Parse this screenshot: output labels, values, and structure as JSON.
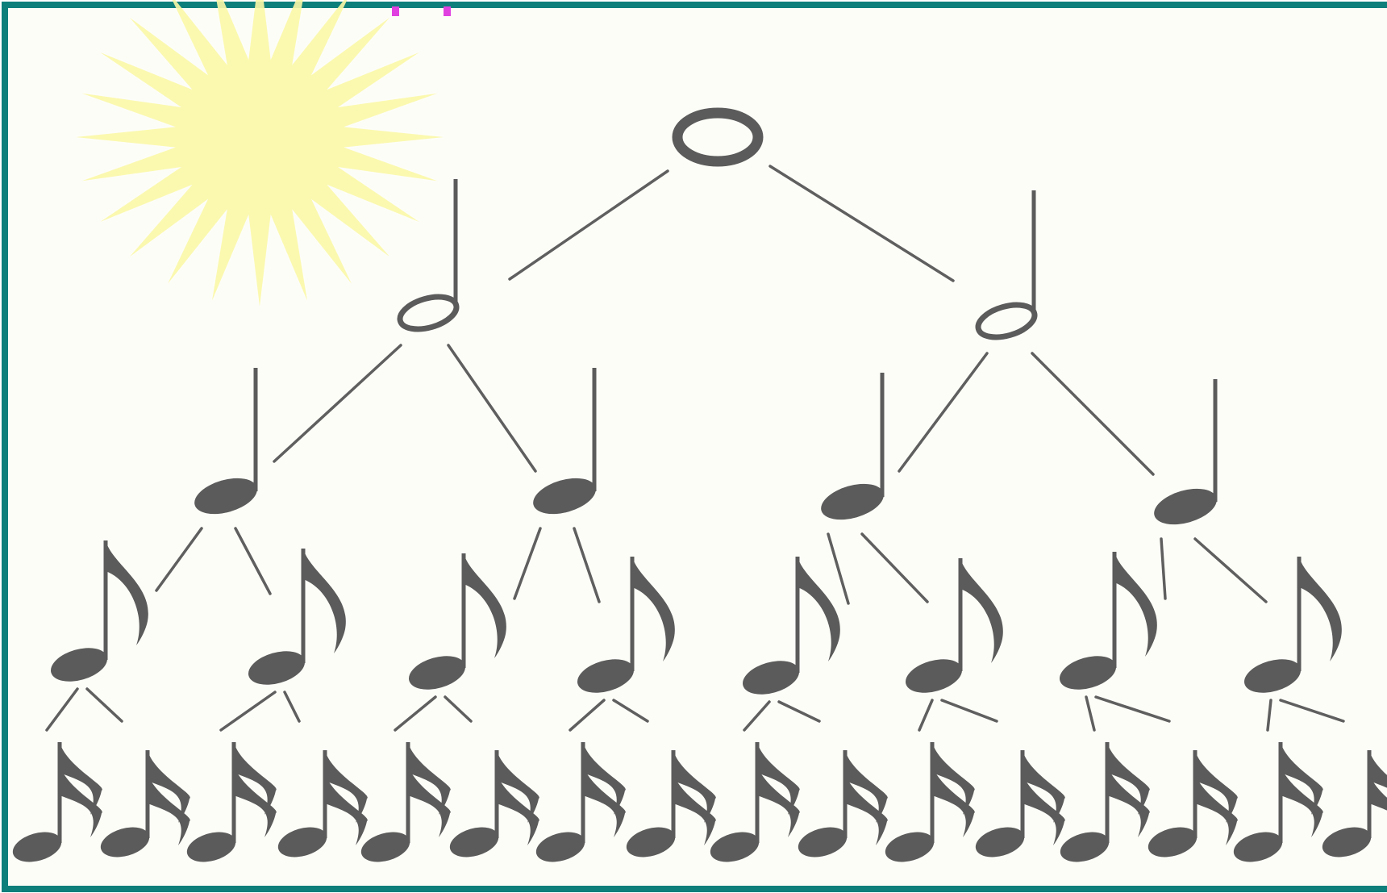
{
  "diagram": {
    "type": "note-value-tree",
    "levels": [
      {
        "note": "whole-note",
        "count": 1
      },
      {
        "note": "half-note",
        "count": 2
      },
      {
        "note": "quarter-note",
        "count": 4
      },
      {
        "note": "eighth-note",
        "count": 8
      },
      {
        "note": "sixteenth-note",
        "count": 16
      }
    ],
    "decorations": [
      "sun-icon"
    ],
    "colors": {
      "frame": "#0f7f7c",
      "background": "#fdfdf8",
      "note": "#5b5b5b",
      "line": "#5f5f5f",
      "sun": "#fbf8a6",
      "magenta_mark": "#e040e0"
    }
  }
}
